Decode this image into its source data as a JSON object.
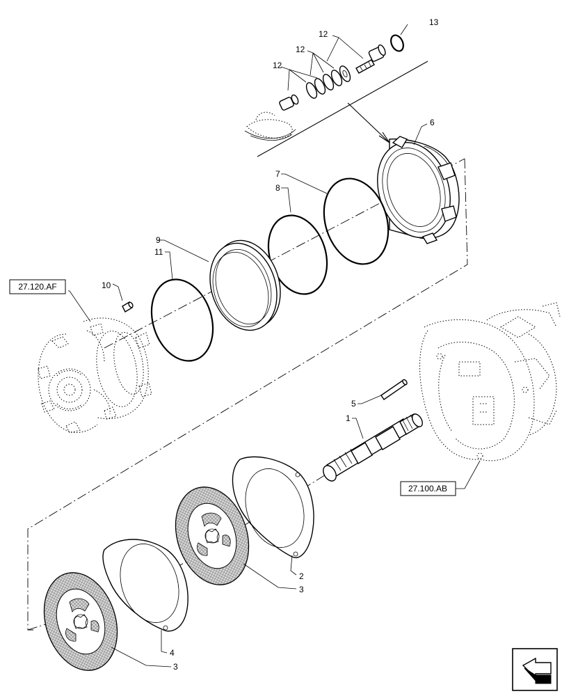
{
  "references": {
    "left_assembly": "27.120.AF",
    "right_assembly": "27.100.AB"
  },
  "callouts": {
    "c1": "1",
    "c2": "2",
    "c3a": "3",
    "c3b": "3",
    "c4": "4",
    "c5": "5",
    "c6": "6",
    "c7": "7",
    "c8": "8",
    "c9": "9",
    "c10": "10",
    "c11": "11",
    "c12a": "12",
    "c12b": "12",
    "c12c": "12",
    "c13": "13"
  },
  "icons": {
    "nav": "arrow-left-icon"
  }
}
